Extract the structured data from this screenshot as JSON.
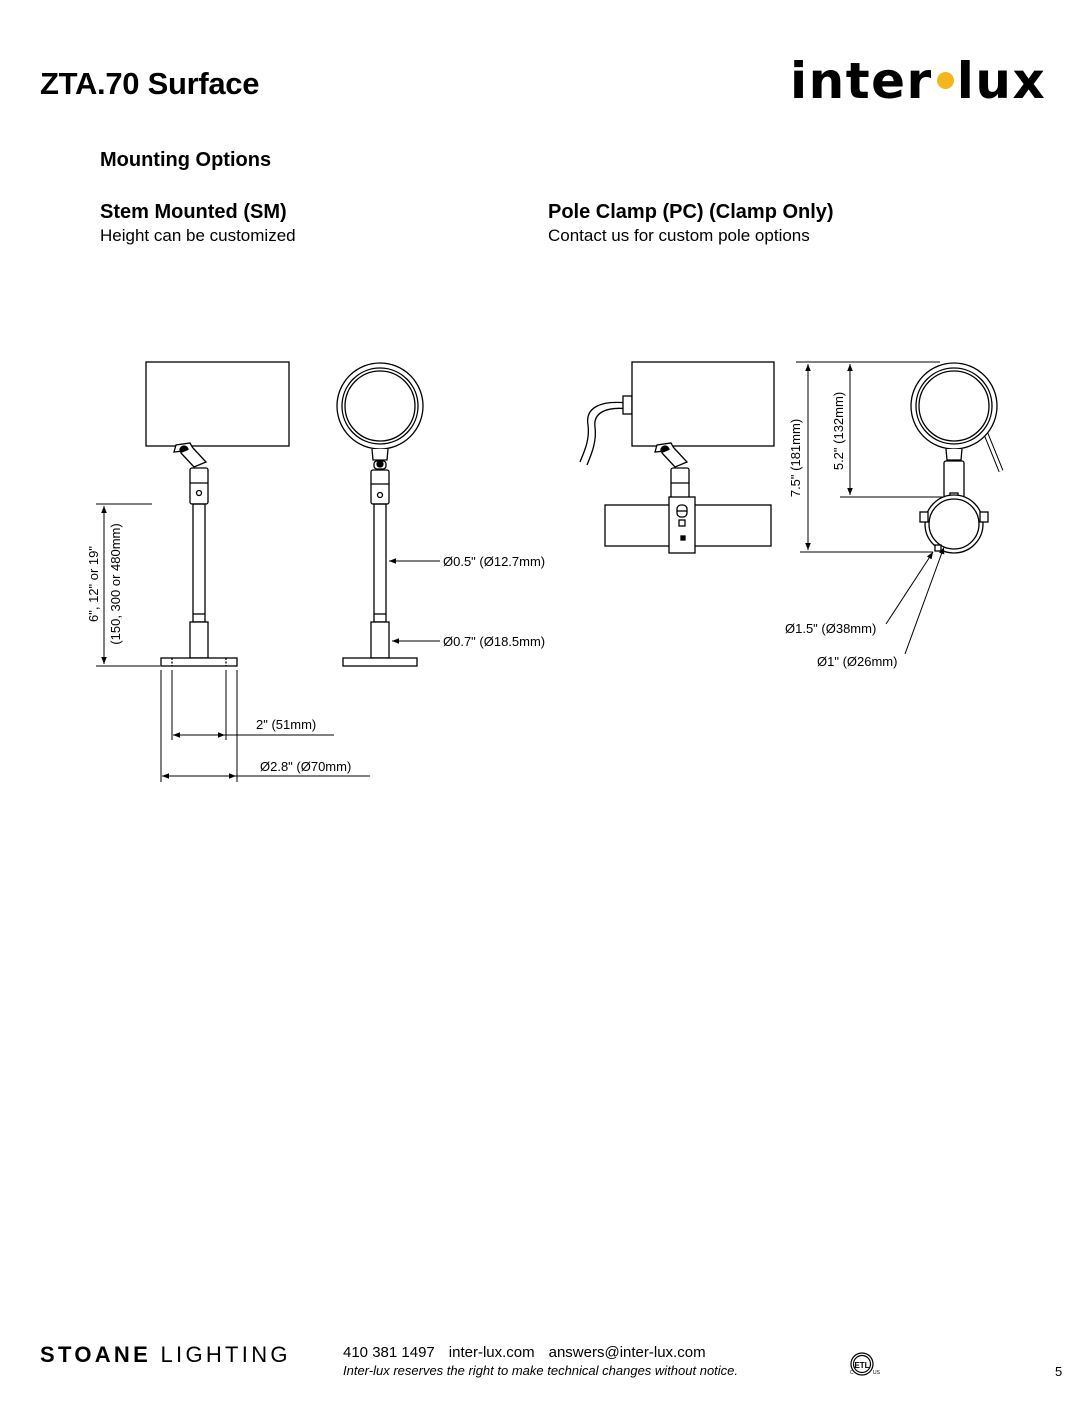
{
  "header": {
    "title": "ZTA.70 Surface",
    "brand_left": "inter",
    "brand_right": "lux",
    "brand_dot_color": "#f5b51c"
  },
  "section_title": "Mounting Options",
  "stem": {
    "title": "Stem Mounted (SM)",
    "subtitle": "Height can be customized",
    "dim_height_1": "6\", 12\" or 19\"",
    "dim_height_2": "(150, 300 or 480mm)",
    "dim_stem_dia": "Ø0.5\" (Ø12.7mm)",
    "dim_base_dia": "Ø0.7\" (Ø18.5mm)",
    "dim_hole": "2\" (51mm)",
    "dim_plate": "Ø2.8\" (Ø70mm)"
  },
  "pole": {
    "title": "Pole Clamp (PC) (Clamp Only)",
    "subtitle": "Contact us for custom pole options",
    "dim_total": "7.5\" (181mm)",
    "dim_head": "5.2\" (132mm)",
    "dim_outer": "Ø1.5\" (Ø38mm)",
    "dim_inner": "Ø1\" (Ø26mm)"
  },
  "footer": {
    "brand_bold": "STOANE",
    "brand_light": "LIGHTING",
    "phone": "410 381 1497",
    "website": "inter-lux.com",
    "email": "answers@inter-lux.com",
    "note": "Inter-lux reserves the right to make technical changes without notice.",
    "cert_icon": "etl-listed-icon",
    "page_number": "5"
  }
}
